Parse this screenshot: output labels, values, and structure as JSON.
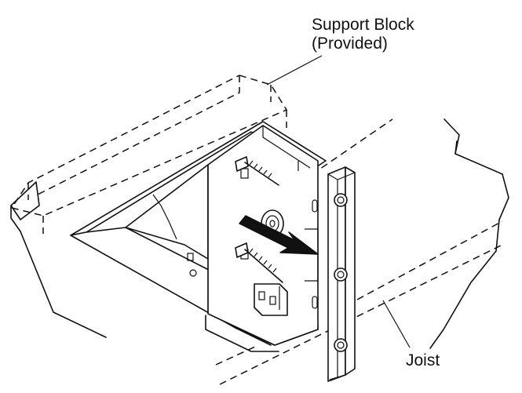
{
  "labels": {
    "support_block_line1": "Support Block",
    "support_block_line2": "(Provided)",
    "joist": "Joist"
  },
  "colors": {
    "ink": "#111111",
    "background": "#ffffff"
  },
  "icons": [
    "screw-icon",
    "arrow-icon",
    "mounting-bracket-icon"
  ]
}
